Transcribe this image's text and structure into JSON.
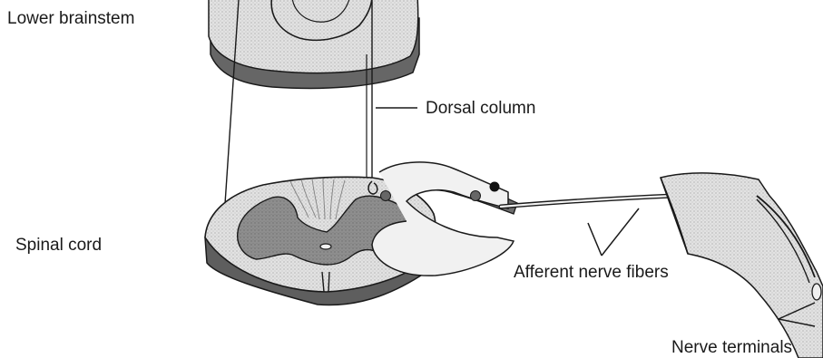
{
  "labels": {
    "lower_brainstem": "Lower brainstem",
    "dorsal_column": "Dorsal column",
    "spinal_cord": "Spinal cord",
    "afferent_nerve_fibers": "Afferent nerve fibers",
    "nerve_terminals": "Nerve terminals"
  },
  "colors": {
    "outline": "#1a1a1a",
    "light_tissue": "#e4e4e4",
    "grey_matter": "#8c8c8c",
    "dark_side": "#5c5c5c",
    "pale_fiber": "#f3f3f3"
  }
}
